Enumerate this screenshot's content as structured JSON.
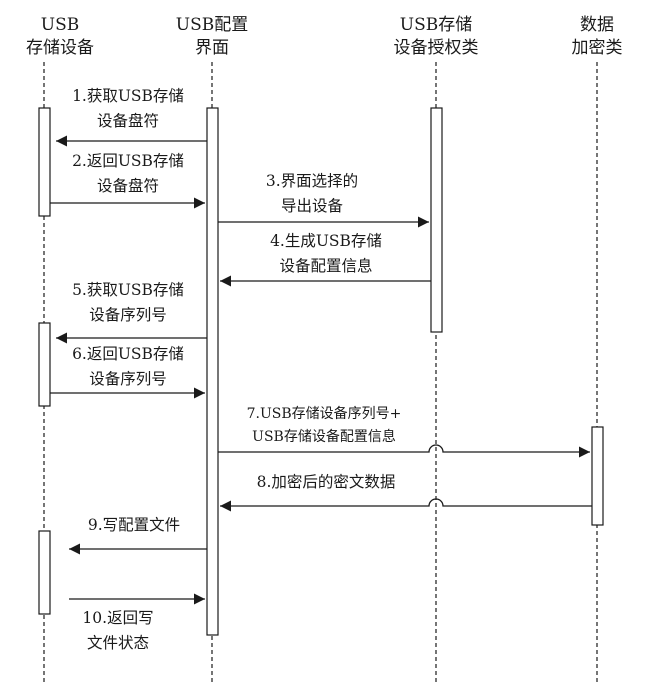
{
  "participants": [
    {
      "id": "storage",
      "lines": [
        "USB",
        "存储设备"
      ]
    },
    {
      "id": "ui",
      "lines": [
        "USB配置",
        "界面"
      ]
    },
    {
      "id": "auth",
      "lines": [
        "USB存储",
        "设备授权类"
      ]
    },
    {
      "id": "crypto",
      "lines": [
        "数据",
        "加密类"
      ]
    }
  ],
  "messages": [
    {
      "id": "m1",
      "lines": [
        "1.获取USB存储",
        "设备盘符"
      ]
    },
    {
      "id": "m2",
      "lines": [
        "2.返回USB存储",
        "设备盘符"
      ]
    },
    {
      "id": "m3",
      "lines": [
        "3.界面选择的",
        "导出设备"
      ]
    },
    {
      "id": "m4",
      "lines": [
        "4.生成USB存储",
        "设备配置信息"
      ]
    },
    {
      "id": "m5",
      "lines": [
        "5.获取USB存储",
        "设备序列号"
      ]
    },
    {
      "id": "m6",
      "lines": [
        "6.返回USB存储",
        "设备序列号"
      ]
    },
    {
      "id": "m7",
      "lines": [
        "7.USB存储设备序列号+",
        "USB存储设备配置信息"
      ]
    },
    {
      "id": "m8",
      "lines": [
        "8.加密后的密文数据"
      ]
    },
    {
      "id": "m9",
      "lines": [
        "9.写配置文件"
      ]
    },
    {
      "id": "m10",
      "lines": [
        "10.返回写",
        "文件状态"
      ]
    }
  ]
}
